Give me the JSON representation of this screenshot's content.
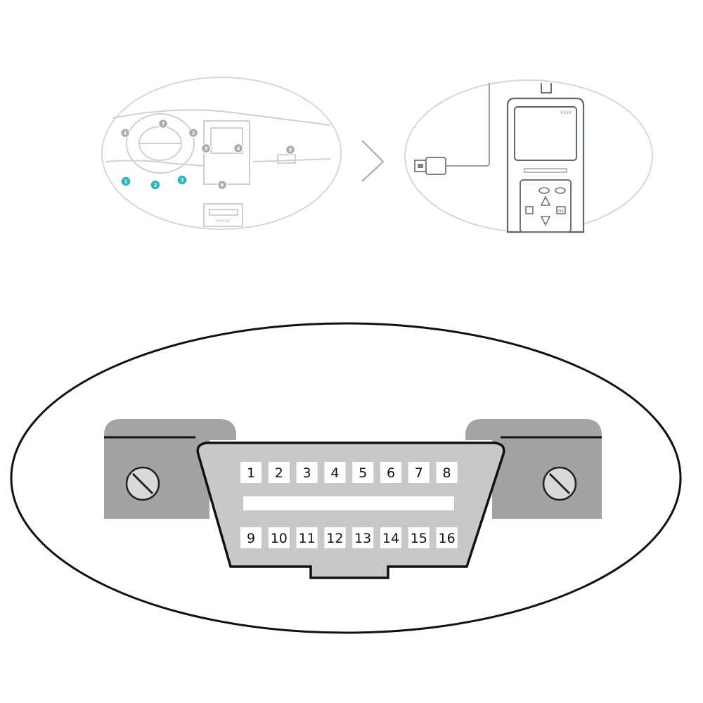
{
  "dashboard": {
    "markers_gray": [
      {
        "id": "m-a",
        "label": "1"
      },
      {
        "id": "m-b",
        "label": "2"
      },
      {
        "id": "m-c",
        "label": "3"
      },
      {
        "id": "m-d",
        "label": "4"
      },
      {
        "id": "m-e",
        "label": "5"
      },
      {
        "id": "m-f",
        "label": "6"
      },
      {
        "id": "m-g",
        "label": "7"
      }
    ],
    "markers_teal": [
      {
        "id": "t-1",
        "label": "1"
      },
      {
        "id": "t-2",
        "label": "2"
      },
      {
        "id": "t-3",
        "label": "3"
      }
    ],
    "port_label": "Viecar",
    "colors": {
      "teal": "#2bb5b8",
      "gray": "#a9adb1",
      "line": "#c7cbcf"
    }
  },
  "scanner": {
    "model": "V310",
    "buttons": [
      "OK"
    ]
  },
  "connector": {
    "pins_top": [
      "1",
      "2",
      "3",
      "4",
      "5",
      "6",
      "7",
      "8"
    ],
    "pins_bottom": [
      "9",
      "10",
      "11",
      "12",
      "13",
      "14",
      "15",
      "16"
    ],
    "colors": {
      "body": "#c8c8c8",
      "bracket": "#a3a3a3",
      "outline": "#111111"
    }
  }
}
